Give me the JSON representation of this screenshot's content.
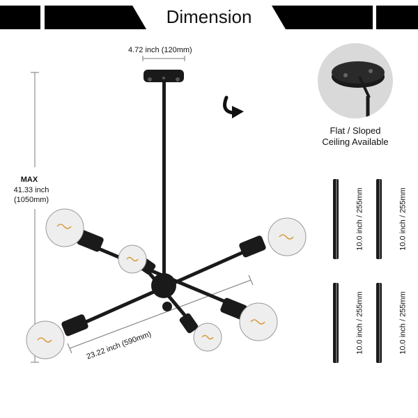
{
  "header": {
    "title": "Dimension"
  },
  "dimensions": {
    "canopy_width": "4.72 inch (120mm)",
    "max_height_label": "MAX",
    "max_height_inch": "41.33 inch",
    "max_height_mm": "(1050mm)",
    "span_width": "23.22 inch (590mm)"
  },
  "ceiling": {
    "line1": "Flat / Sloped",
    "line2": "Ceiling Available"
  },
  "rods": [
    {
      "label": "10.0 inch / 255mm"
    },
    {
      "label": "10.0 inch / 255mm"
    },
    {
      "label": "10.0 inch / 255mm"
    },
    {
      "label": "10.0 inch / 255mm"
    }
  ],
  "colors": {
    "fixture": "#1a1a1a",
    "bulb": "#eeeeee",
    "guide": "#777777",
    "inset_bg": "#d9d9d9"
  },
  "icons": [
    "curved-arrow-icon"
  ]
}
